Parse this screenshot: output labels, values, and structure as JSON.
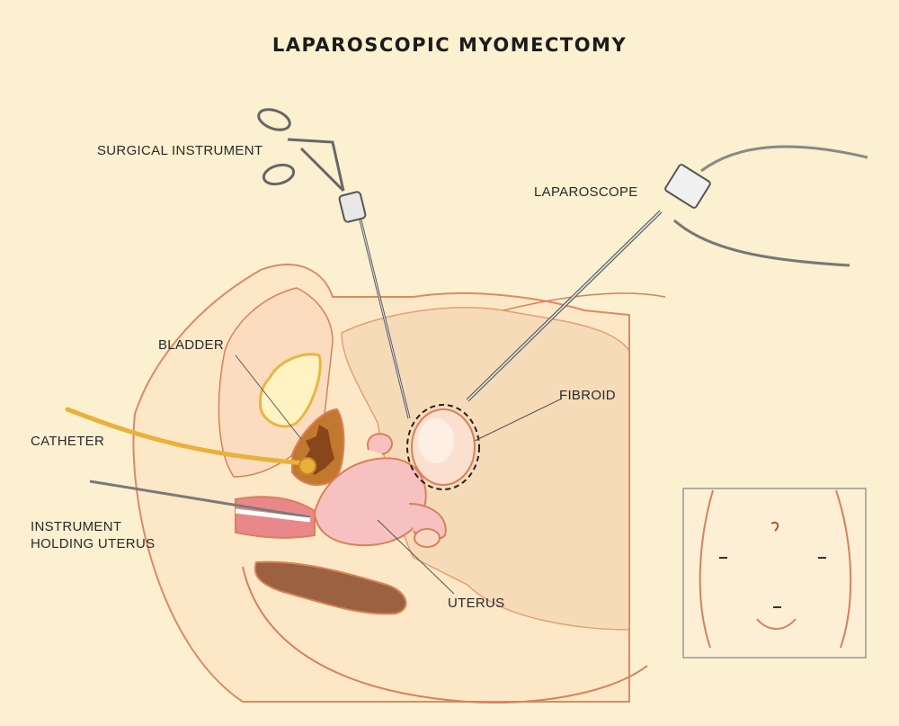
{
  "title": "LAPAROSCOPIC MYOMECTOMY",
  "labels": {
    "surgical_instrument": "SURGICAL INSTRUMENT",
    "laparoscope": "LAPAROSCOPE",
    "bladder": "BLADDER",
    "fibroid": "FIBROID",
    "catheter": "CATHETER",
    "instrument_holding_uterus_line1": "INSTRUMENT",
    "instrument_holding_uterus_line2": "HOLDING UTERUS",
    "uterus": "UTERUS"
  },
  "colors": {
    "background": "#fbf0cf",
    "outline": "#d9805a",
    "tissue": "#fde6c4",
    "uterus": "#f6c1c0",
    "fibroid": "#fbe0d0",
    "bladder_fill": "#c3782f",
    "catheter": "#e8b13a",
    "instrument": "#7a7a7a"
  }
}
